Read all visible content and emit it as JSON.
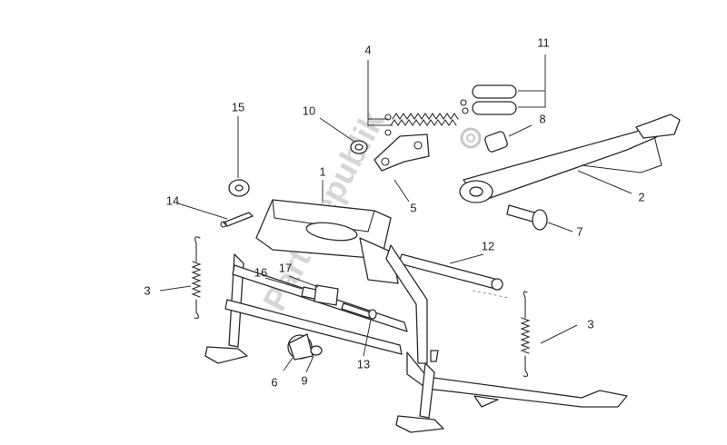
{
  "watermark": "PartsRepublik",
  "callouts": [
    {
      "id": "1",
      "label": "1"
    },
    {
      "id": "2",
      "label": "2"
    },
    {
      "id": "3a",
      "label": "3"
    },
    {
      "id": "3b",
      "label": "3"
    },
    {
      "id": "4",
      "label": "4"
    },
    {
      "id": "5",
      "label": "5"
    },
    {
      "id": "6",
      "label": "6"
    },
    {
      "id": "7",
      "label": "7"
    },
    {
      "id": "8",
      "label": "8"
    },
    {
      "id": "9",
      "label": "9"
    },
    {
      "id": "10",
      "label": "10"
    },
    {
      "id": "11",
      "label": "11"
    },
    {
      "id": "12",
      "label": "12"
    },
    {
      "id": "13",
      "label": "13"
    },
    {
      "id": "14",
      "label": "14"
    },
    {
      "id": "15",
      "label": "15"
    },
    {
      "id": "16",
      "label": "16"
    },
    {
      "id": "17",
      "label": "17"
    }
  ]
}
